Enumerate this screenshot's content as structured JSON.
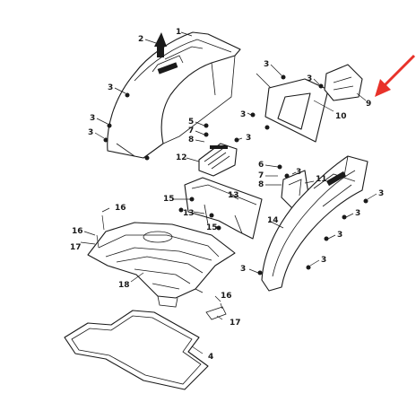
{
  "callouts": {
    "c1": "1",
    "c2": "2",
    "c3a": "3",
    "c3b": "3",
    "c3c": "3",
    "c3d": "3",
    "c3e": "3",
    "c3f": "3",
    "c3g": "3",
    "c3h": "3",
    "c3i": "3",
    "c3j": "3",
    "c3k": "3",
    "c3l": "3",
    "c4": "4",
    "c5": "5",
    "c6": "6",
    "c7a": "7",
    "c7b": "7",
    "c8a": "8",
    "c8b": "8",
    "c9": "9",
    "c10": "10",
    "c11": "11",
    "c12": "12",
    "c13a": "13",
    "c13b": "13",
    "c14": "14",
    "c15a": "15",
    "c15b": "15",
    "c16a": "16",
    "c16b": "16",
    "c16c": "16",
    "c17a": "17",
    "c17b": "17",
    "c18": "18"
  },
  "colors": {
    "line": "#1a1a1a",
    "arrow": "#e8322a",
    "background": "#ffffff"
  }
}
